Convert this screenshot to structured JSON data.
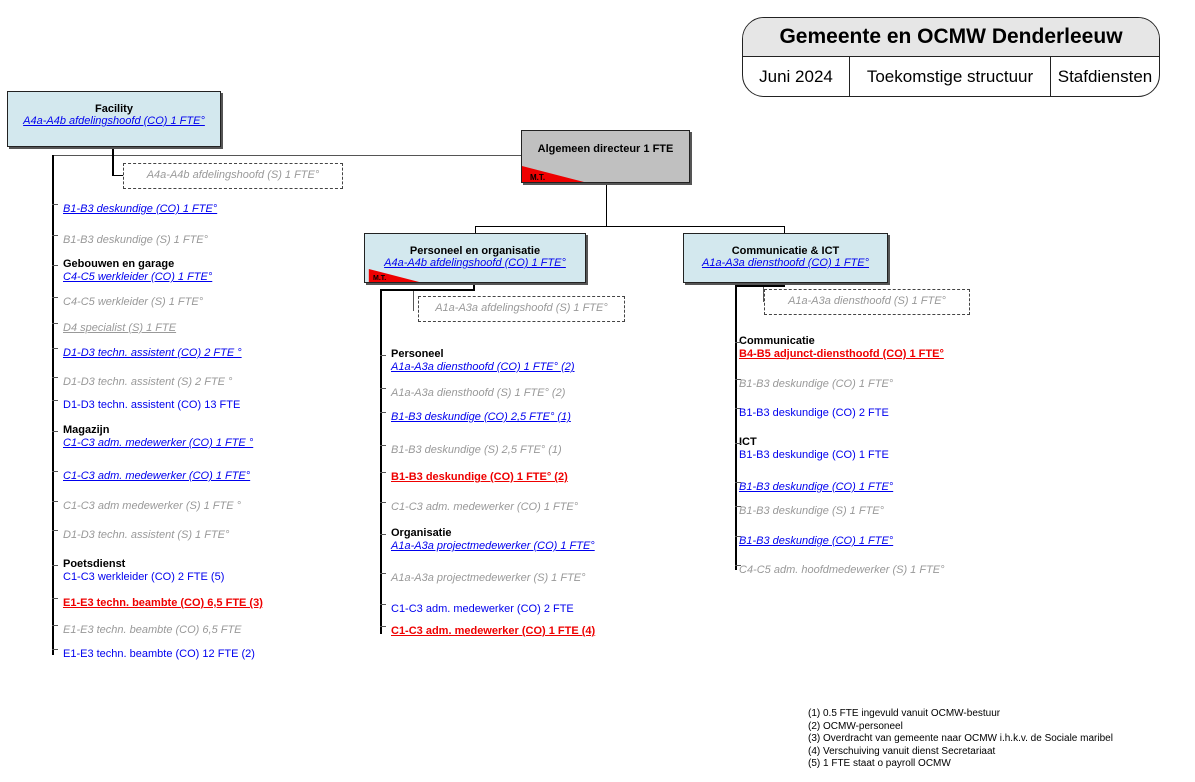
{
  "title_block": {
    "org": "Gemeente en OCMW Denderleeuw",
    "date": "Juni 2024",
    "structure": "Toekomstige structuur",
    "section": "Stafdiensten"
  },
  "director": {
    "title": "Algemeen directeur 1 FTE",
    "badge": "M.T."
  },
  "facility": {
    "title": "Facility",
    "head": "A4a-A4b afdelingshoofd (CO) 1 FTE°",
    "deputy": "A4a-A4b afdelingshoofd (S) 1 FTE°",
    "items": [
      {
        "text": "B1-B3 deskundige (CO) 1 FTE°",
        "style": "blue-u"
      },
      {
        "text": "B1-B3 deskundige (S) 1 FTE°",
        "style": "grey"
      },
      {
        "header": "Gebouwen en garage",
        "text": "C4-C5 werkleider (CO) 1 FTE°",
        "style": "blue-u"
      },
      {
        "text": "C4-C5 werkleider (S) 1 FTE°",
        "style": "grey"
      },
      {
        "text": "D4 specialist (S) 1 FTE",
        "style": "grey-u"
      },
      {
        "text": "D1-D3 techn. assistent (CO) 2 FTE °",
        "style": "blue-u"
      },
      {
        "text": "D1-D3 techn. assistent (S) 2 FTE °",
        "style": "grey"
      },
      {
        "text": "D1-D3 techn. assistent (CO) 13 FTE",
        "style": "blue"
      },
      {
        "header": "Magazijn",
        "text": "C1-C3 adm. medewerker (CO) 1 FTE °",
        "style": "blue-u"
      },
      {
        "text": "C1-C3 adm. medewerker (CO) 1 FTE°",
        "style": "blue-u"
      },
      {
        "text": "C1-C3 adm medewerker (S) 1 FTE °",
        "style": "grey"
      },
      {
        "text": "D1-D3 techn. assistent (S) 1 FTE°",
        "style": "grey"
      },
      {
        "header": "Poetsdienst",
        "text": "C1-C3 werkleider (CO) 2 FTE (5)",
        "style": "blue"
      },
      {
        "text": "E1-E3 techn. beambte (CO) 6,5 FTE (3)",
        "style": "red-u"
      },
      {
        "text": "E1-E3 techn. beambte (CO) 6,5 FTE",
        "style": "grey"
      },
      {
        "text": "E1-E3 techn. beambte (CO) 12 FTE (2)",
        "style": "blue"
      }
    ]
  },
  "po": {
    "title": "Personeel en organisatie",
    "head": "A4a-A4b afdelingshoofd (CO) 1 FTE°",
    "badge": "M.T.",
    "deputy": "A1a-A3a afdelingshoofd (S) 1 FTE°",
    "items": [
      {
        "header": "Personeel",
        "text": "A1a-A3a diensthoofd (CO) 1 FTE° (2)",
        "style": "blue-u"
      },
      {
        "text": "A1a-A3a diensthoofd (S) 1 FTE° (2)",
        "style": "grey"
      },
      {
        "text": "B1-B3 deskundige (CO) 2,5 FTE° (1)",
        "style": "blue-u"
      },
      {
        "text": "B1-B3 deskundige (S) 2,5 FTE° (1)",
        "style": "grey"
      },
      {
        "text": "B1-B3 deskundige (CO) 1 FTE° (2)",
        "style": "red-u"
      },
      {
        "text": "C1-C3 adm. medewerker (CO) 1 FTE°",
        "style": "grey"
      },
      {
        "header": "Organisatie",
        "text": "A1a-A3a projectmedewerker (CO) 1 FTE°",
        "style": "blue-u"
      },
      {
        "text": "A1a-A3a projectmedewerker (S) 1 FTE°",
        "style": "grey"
      },
      {
        "text": "C1-C3 adm. medewerker (CO) 2 FTE",
        "style": "blue"
      },
      {
        "text": "C1-C3 adm. medewerker (CO) 1 FTE (4)",
        "style": "red-u"
      }
    ]
  },
  "ci": {
    "title": "Communicatie & ICT",
    "head": "A1a-A3a diensthoofd (CO) 1 FTE°",
    "deputy": "A1a-A3a diensthoofd (S) 1 FTE°",
    "items": [
      {
        "header": "Communicatie",
        "text": "B4-B5 adjunct-diensthoofd (CO) 1 FTE°",
        "style": "red-u"
      },
      {
        "text": "B1-B3 deskundige (CO) 1 FTE°",
        "style": "grey"
      },
      {
        "text": "B1-B3 deskundige (CO) 2 FTE",
        "style": "blue"
      },
      {
        "header": "ICT",
        "text": "B1-B3 deskundige (CO) 1 FTE",
        "style": "blue"
      },
      {
        "text": "B1-B3 deskundige (CO) 1 FTE°",
        "style": "blue-u"
      },
      {
        "text": "B1-B3 deskundige (S) 1 FTE°",
        "style": "grey"
      },
      {
        "text": "B1-B3 deskundige (CO) 1 FTE°",
        "style": "blue-u"
      },
      {
        "text": "C4-C5 adm. hoofdmedewerker (S) 1 FTE°",
        "style": "grey"
      }
    ]
  },
  "footnotes": [
    "(1) 0.5 FTE ingevuld vanuit OCMW-bestuur",
    "(2) OCMW-personeel",
    "(3) Overdracht van gemeente naar OCMW i.h.k.v. de Sociale maribel",
    "(4) Verschuiving vanuit dienst Secretariaat",
    "(5) 1 FTE staat o payroll OCMW"
  ],
  "colors": {
    "blue": "#0000ee",
    "red": "#ee0000",
    "grey": "#999999",
    "box_fill": "#d3e8ee",
    "director_fill": "#c0c0c0"
  }
}
